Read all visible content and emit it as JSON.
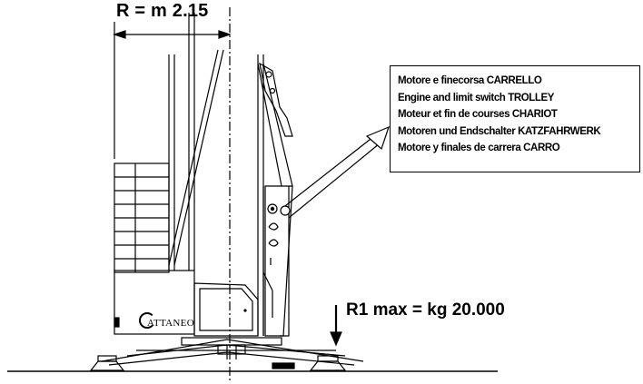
{
  "radius": {
    "label": "R = m 2.15"
  },
  "callout": {
    "lines": [
      "Motore e finecorsa CARRELLO",
      "Engine and limit switch TROLLEY",
      "Moteur et fin de courses CHARIOT",
      "Motoren und Endschalter KATZFAHRWERK",
      "Motore y finales de carrera CARRO"
    ]
  },
  "load": {
    "label": "R1 max = kg 20.000"
  },
  "brand": {
    "name": "ATTANEO"
  }
}
